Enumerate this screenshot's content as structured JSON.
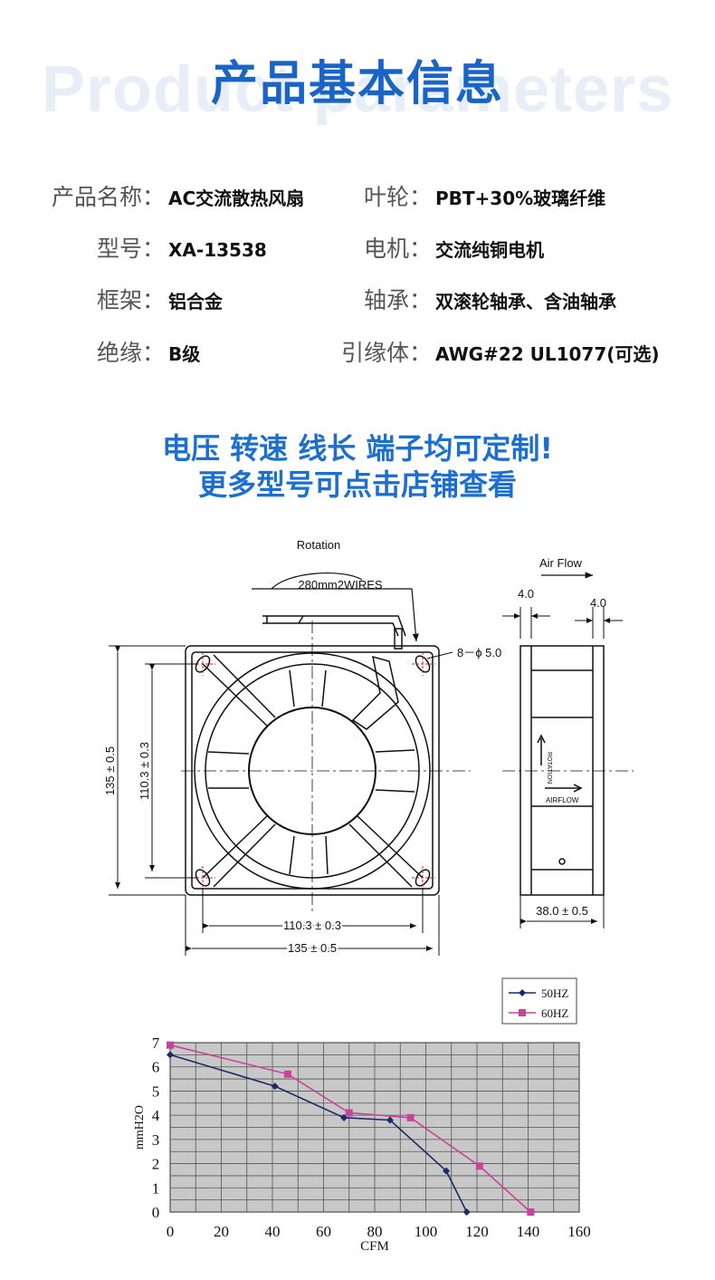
{
  "header": {
    "watermark": "Product parameters",
    "title": "产品基本信息"
  },
  "specs": [
    {
      "label": "产品名称：",
      "value": "AC交流散热风扇"
    },
    {
      "label": "叶轮：",
      "value": "PBT+30%玻璃纤维"
    },
    {
      "label": "型号：",
      "value": "XA-13538"
    },
    {
      "label": "电机：",
      "value": "交流纯铜电机"
    },
    {
      "label": "框架：",
      "value": "铝合金"
    },
    {
      "label": "轴承：",
      "value": "双滚轮轴承、含油轴承"
    },
    {
      "label": "绝缘：",
      "value": "B级"
    },
    {
      "label": "引缘体：",
      "value": "AWG#22 UL1077(可选)"
    }
  ],
  "promo": {
    "line1": "电压 转速 线长 端子均可定制!",
    "line2": "更多型号可点击店铺查看"
  },
  "drawing": {
    "rotation": "Rotation",
    "wires": "280mm2WIRES",
    "airflow_title": "Air Flow",
    "hole": "8－ϕ 5.0",
    "flange_left": "4.0",
    "flange_right": "4.0",
    "height_outer": "135 ± 0.5",
    "height_inner": "110.3 ± 0.3",
    "width_inner": "110.3 ± 0.3",
    "width_outer": "135 ± 0.5",
    "depth": "38.0 ± 0.5",
    "side_rotation_label": "ROTATION",
    "side_airflow_label": "AIRFLOW"
  },
  "chart_data": {
    "type": "line",
    "xlabel": "CFM",
    "ylabel": "mmH2O",
    "xlim": [
      0,
      160
    ],
    "ylim": [
      0,
      7
    ],
    "xticks": [
      0,
      20,
      40,
      60,
      80,
      100,
      120,
      140,
      160
    ],
    "yticks": [
      0,
      1,
      2,
      3,
      4,
      5,
      6,
      7
    ],
    "grid": true,
    "legend_position": "top-right",
    "series": [
      {
        "name": "50HZ",
        "color": "#1c2a66",
        "marker": "diamond",
        "x": [
          0,
          41,
          68,
          86,
          108,
          116
        ],
        "y": [
          6.5,
          5.2,
          3.9,
          3.8,
          1.7,
          0
        ]
      },
      {
        "name": "60HZ",
        "color": "#c8449a",
        "marker": "square",
        "x": [
          0,
          46,
          70,
          94,
          121,
          141
        ],
        "y": [
          6.9,
          5.7,
          4.1,
          3.9,
          1.9,
          0
        ]
      }
    ]
  }
}
